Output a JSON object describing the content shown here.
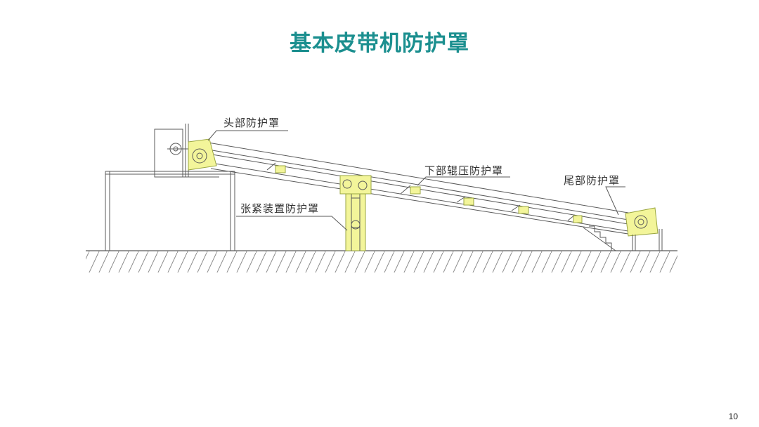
{
  "page": {
    "title": "基本皮带机防护罩",
    "page_number": "10"
  },
  "diagram": {
    "labels": {
      "head_guard": "头部防护罩",
      "lower_roller_guard": "下部辊压防护罩",
      "tensioner_guard": "张紧装置防护罩",
      "tail_guard": "尾部防护罩"
    },
    "colors": {
      "guard_fill": "#f3f59a",
      "guard_stroke": "#9aa640",
      "line": "#5a5a5a",
      "hatch": "#8a8a8a",
      "title": "#1b8f8f"
    }
  }
}
